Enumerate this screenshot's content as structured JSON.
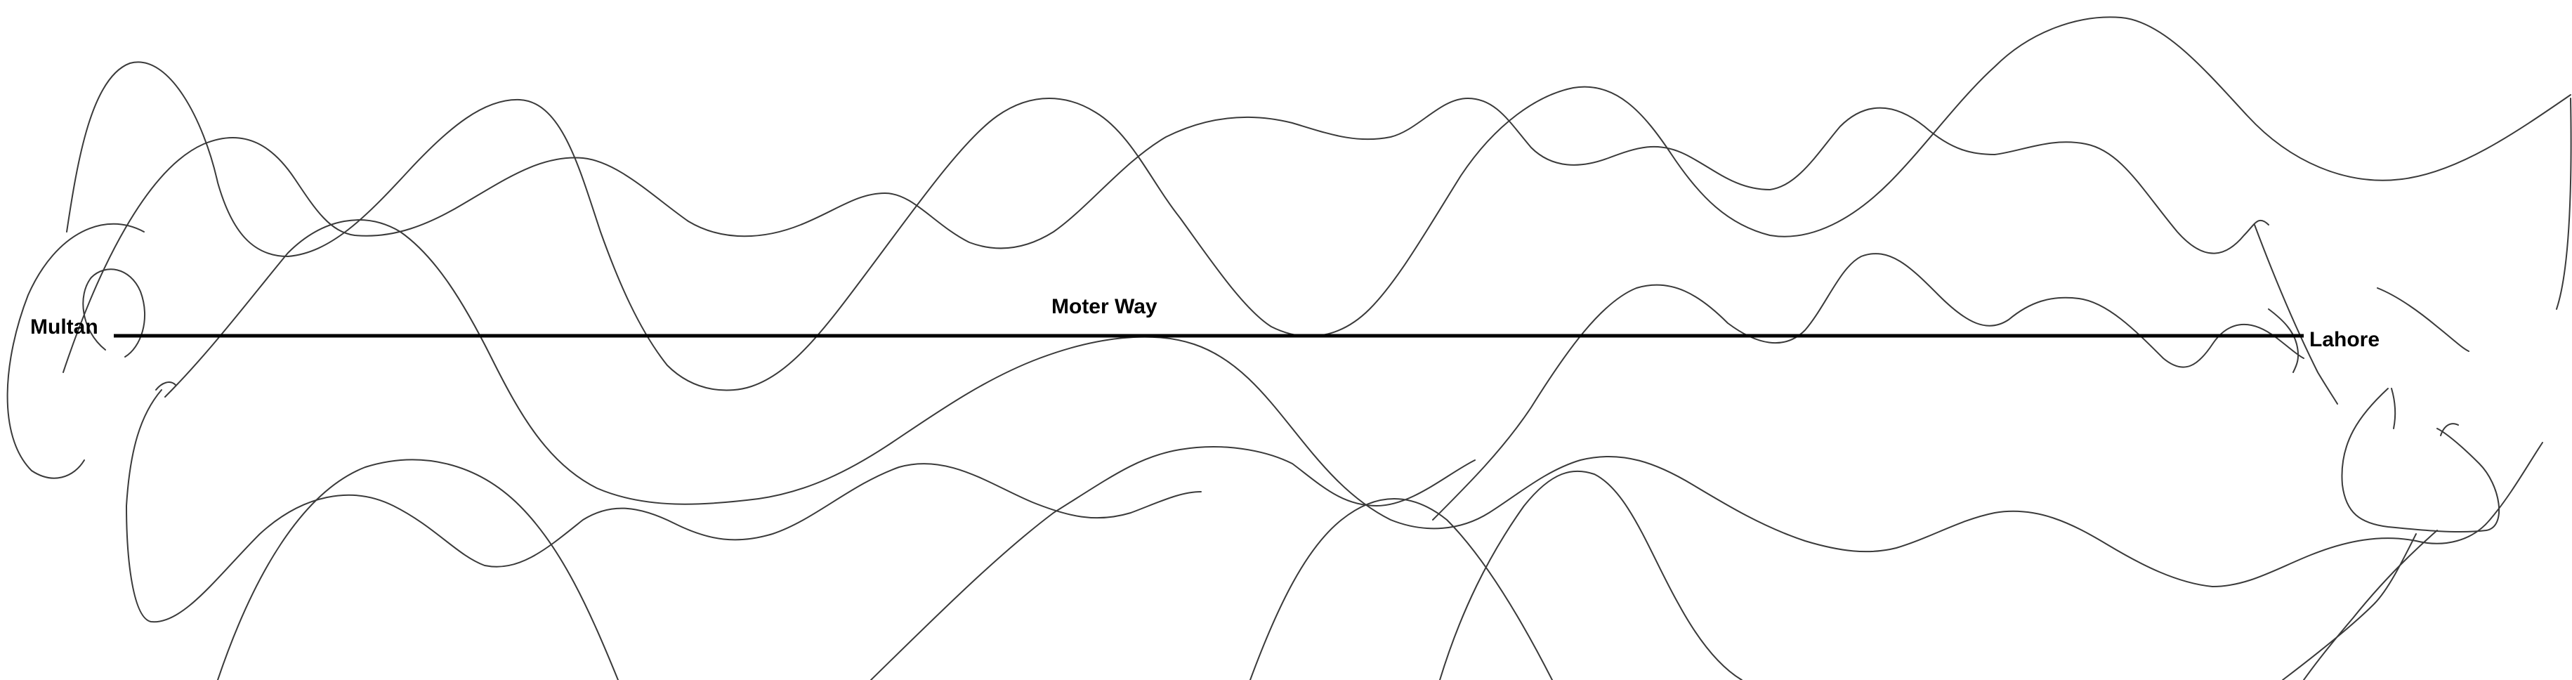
{
  "diagram": {
    "start_label": "Multan",
    "end_label": "Lahore",
    "road_label": "Moter Way"
  }
}
